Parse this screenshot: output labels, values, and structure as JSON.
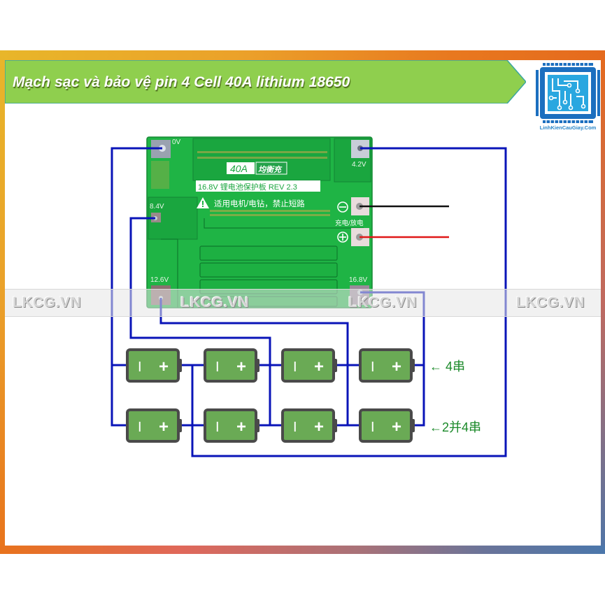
{
  "header": {
    "title": "Mạch sạc và bảo vệ pin 4 Cell 40A lithium 18650",
    "logo_caption": "LinhKienCauGiay.Com",
    "logo_icon": "circuit-chip-icon"
  },
  "watermark": {
    "text": "LKCG.VN",
    "count": 4
  },
  "pcb": {
    "rating_label": "40A",
    "balance_label": "均衡充",
    "model_text": "16.8V 锂电池保护板 REV 2.3",
    "warning_text": "适用电机/电钻，禁止短路",
    "warning_icon": "warning-triangle-icon",
    "charge_discharge_label": "充电/放电",
    "minus_symbol": "⊖",
    "plus_symbol": "⊕",
    "pads": [
      {
        "id": "0v",
        "label": "0V"
      },
      {
        "id": "8v4",
        "label": "8.4V"
      },
      {
        "id": "12v6",
        "label": "12.6V"
      },
      {
        "id": "16v8",
        "label": "16.8V"
      },
      {
        "id": "4v2",
        "label": "4.2V"
      }
    ]
  },
  "colors": {
    "wire_blue": "#0a14b8",
    "wire_black": "#111111",
    "wire_red": "#e01818",
    "pcb_green": "#1fb445",
    "battery_fill": "#6aaa55",
    "battery_border": "#4a4a4a",
    "label_green": "#1b8a2a",
    "banner_green": "#8fcf4e"
  },
  "batteries": {
    "rows": 2,
    "cells_per_row": 4,
    "minus_glyph": "I",
    "plus_glyph": "+"
  },
  "series_labels": {
    "row1": "← 4串",
    "row2": "←2并4串"
  }
}
